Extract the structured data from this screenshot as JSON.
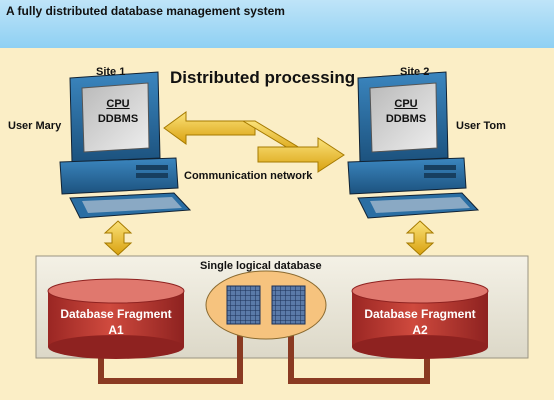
{
  "header": {
    "title": "A fully distributed database management system"
  },
  "diagram": {
    "heading": "Distributed processing",
    "network_label": "Communication network",
    "database_label": "Single logical database",
    "site1": {
      "site_label": "Site 1",
      "user_label": "User Mary",
      "screen_line1": "CPU",
      "screen_line2": "DDBMS"
    },
    "site2": {
      "site_label": "Site 2",
      "user_label": "User Tom",
      "screen_line1": "CPU",
      "screen_line2": "DDBMS"
    },
    "fragment_a1": {
      "line1": "Database Fragment",
      "line2": "A1"
    },
    "fragment_a2": {
      "line1": "Database Fragment",
      "line2": "A2"
    }
  },
  "colors": {
    "header_bg": "#8fd0f3",
    "page_bg": "#fbeec6",
    "arrow_gold": "#f0c11b",
    "fragment_red": "#b8332e",
    "connector_brown": "#8a3a22",
    "monitor_blue": "#1f5f8f"
  }
}
